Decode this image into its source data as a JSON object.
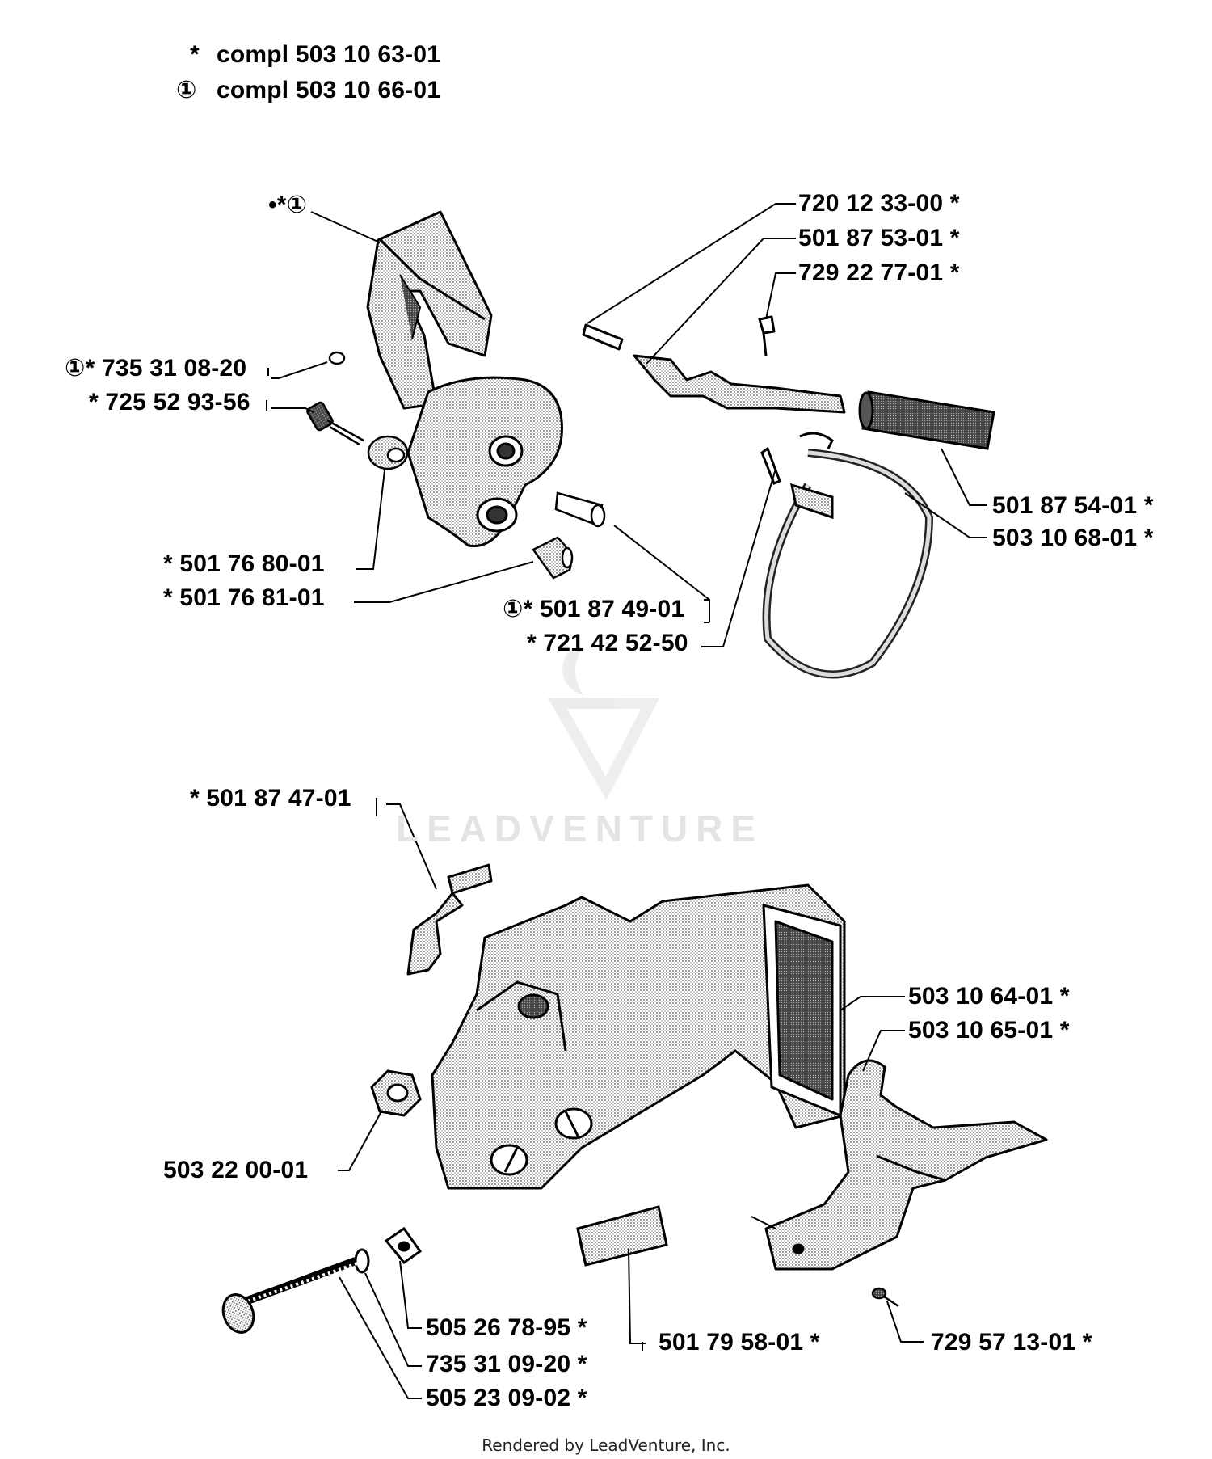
{
  "legend": [
    {
      "symbol": "*",
      "text": "compl 503 10 63-01"
    },
    {
      "symbol": "①",
      "text": "compl 503 10 66-01"
    }
  ],
  "top_left_callout": "•*①",
  "labels": {
    "p_735_31_08_20": "①* 735 31 08-20",
    "p_725_52_93_56": "* 725 52 93-56",
    "p_501_76_80_01": "* 501 76 80-01",
    "p_501_76_81_01": "* 501 76 81-01",
    "p_501_87_49_01": "①* 501 87 49-01",
    "p_721_42_52_50": "* 721 42 52-50",
    "p_720_12_33_00": "720 12 33-00 *",
    "p_501_87_53_01": "501 87 53-01 *",
    "p_729_22_77_01": "729 22 77-01 *",
    "p_501_87_54_01": "501 87 54-01 *",
    "p_503_10_68_01": "503 10 68-01 *",
    "p_501_87_47_01": "* 501 87 47-01",
    "p_503_10_64_01": "503 10 64-01 *",
    "p_503_10_65_01": "503 10 65-01 *",
    "p_503_22_00_01": "503 22 00-01",
    "p_505_26_78_95": "505 26 78-95 *",
    "p_735_31_09_20": "735 31 09-20 *",
    "p_505_23_09_02": "505 23 09-02 *",
    "p_501_79_58_01": "501 79 58-01 *",
    "p_729_57_13_01": "729 57 13-01 *"
  },
  "watermark": "LEADVENTURE",
  "footer": "Rendered by LeadVenture, Inc."
}
